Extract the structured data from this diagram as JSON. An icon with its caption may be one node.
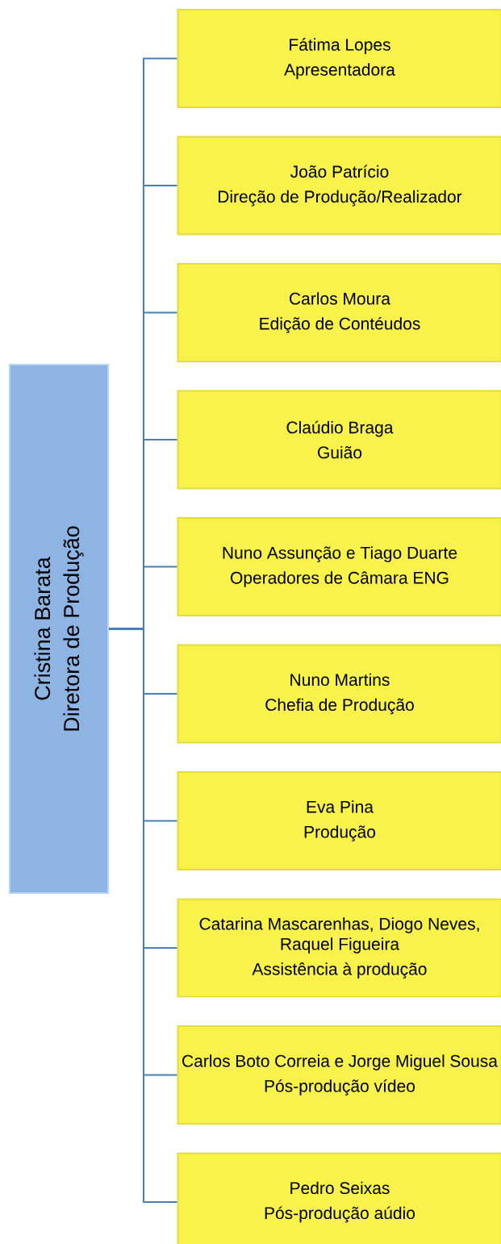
{
  "diagram": {
    "nodes": [
      {
        "text": [
          "Cristina Barata",
          "Diretora de Produção"
        ]
      },
      {
        "text": [
          "Fátima Lopes",
          "Apresentadora"
        ]
      },
      {
        "text": [
          "João Patrício",
          "Direção de Produção/Realizador"
        ]
      },
      {
        "text": [
          "Carlos Moura",
          "Edição de Contéudos"
        ]
      },
      {
        "text": [
          "Claúdio Braga",
          "Guião"
        ]
      },
      {
        "text": [
          "Nuno Assunção e Tiago Duarte",
          "Operadores de Câmara ENG"
        ]
      },
      {
        "text": [
          "Nuno Martins",
          "Chefia de Produção"
        ]
      },
      {
        "text": [
          "Eva Pina",
          "Produção"
        ]
      },
      {
        "text": [
          "Catarina Mascarenhas, Diogo Neves, Raquel Figueira",
          "Assistência à produção"
        ]
      },
      {
        "text": [
          "Carlos Boto Correia e Jorge Miguel Sousa",
          "Pós-produção vídeo"
        ]
      },
      {
        "text": [
          "Pedro Seixas",
          "Pós-produção aúdio"
        ]
      }
    ],
    "edges": [
      {
        "from": 0,
        "to": 1,
        "arrow": "none"
      },
      {
        "from": 0,
        "to": 2,
        "arrow": "none"
      },
      {
        "from": 0,
        "to": 3,
        "arrow": "none"
      },
      {
        "from": 0,
        "to": 4,
        "arrow": "none"
      },
      {
        "from": 0,
        "to": 5,
        "arrow": "none"
      },
      {
        "from": 0,
        "to": 6,
        "arrow": "none"
      },
      {
        "from": 0,
        "to": 7,
        "arrow": "none"
      },
      {
        "from": 0,
        "to": 8,
        "arrow": "none"
      },
      {
        "from": 0,
        "to": 9,
        "arrow": "none"
      },
      {
        "from": 0,
        "to": 10,
        "arrow": "none"
      }
    ]
  }
}
